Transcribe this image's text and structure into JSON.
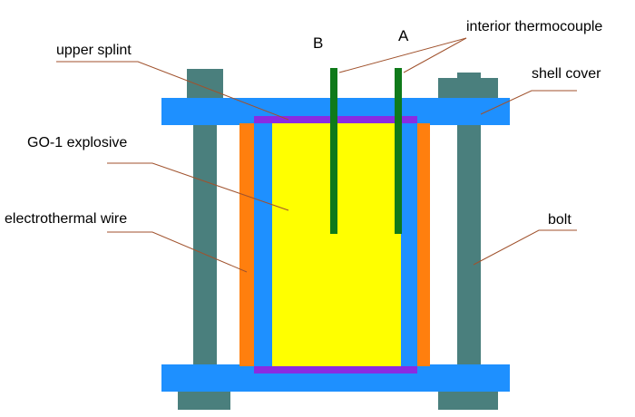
{
  "labels": {
    "upper_splint": "upper splint",
    "go1_explosive": "GO-1 explosive",
    "electrothermal_wire": "electrothermal wire",
    "thermocouple_b": "B",
    "thermocouple_a": "A",
    "interior_thermocouple": "interior thermocouple",
    "shell_cover": "shell cover",
    "bolt": "bolt"
  },
  "colors": {
    "shell_cover": "#1e90ff",
    "bolt": "#4a7f7d",
    "electrothermal_wire": "#ff7f0e",
    "explosive": "#ffff00",
    "splint": "#8a2be2",
    "thermocouple": "#0f7a1a",
    "leader_line": "#a0522d"
  }
}
